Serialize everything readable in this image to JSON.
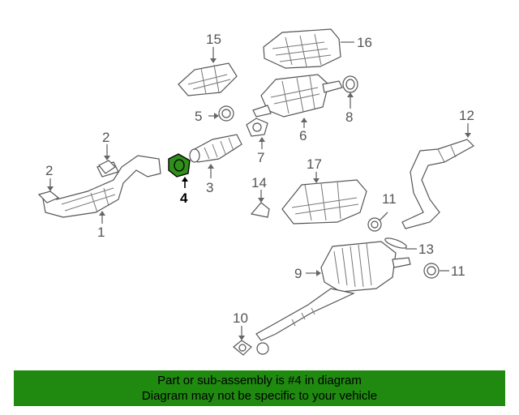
{
  "callouts": {
    "c1": "1",
    "c2a": "2",
    "c2b": "2",
    "c3": "3",
    "c4": "4",
    "c5": "5",
    "c6": "6",
    "c7": "7",
    "c8": "8",
    "c9": "9",
    "c10": "10",
    "c11a": "11",
    "c11b": "11",
    "c12": "12",
    "c13": "13",
    "c14": "14",
    "c15": "15",
    "c16": "16",
    "c17": "17"
  },
  "highlight": {
    "part_number": "4",
    "color": "#2f8f1a"
  },
  "banner": {
    "line1": "Part or sub-assembly is #4 in diagram",
    "line2": "Diagram may not be specific to your vehicle",
    "background": "#1f8a0f"
  }
}
